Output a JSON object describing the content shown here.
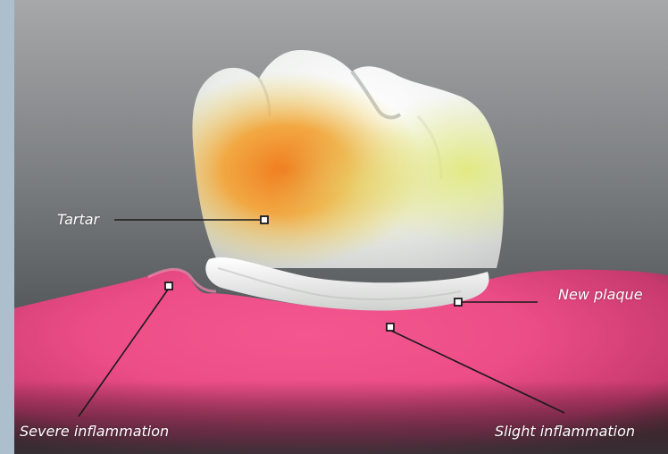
{
  "labels": {
    "tartar": "Tartar",
    "new_plaque": "New plaque",
    "severe_inflammation": "Severe inflammation",
    "slight_inflammation": "Slight inflammation"
  },
  "colors": {
    "gum": "#e83d7c",
    "tooth": "#f2f3f1",
    "tartar": "#f07f1e",
    "plaque": "#d9e66a",
    "background_top": "#9a9c9d",
    "background_bottom": "#3a3d3f",
    "label_text": "#ffffff",
    "leader_line": "#1a1a1a"
  }
}
